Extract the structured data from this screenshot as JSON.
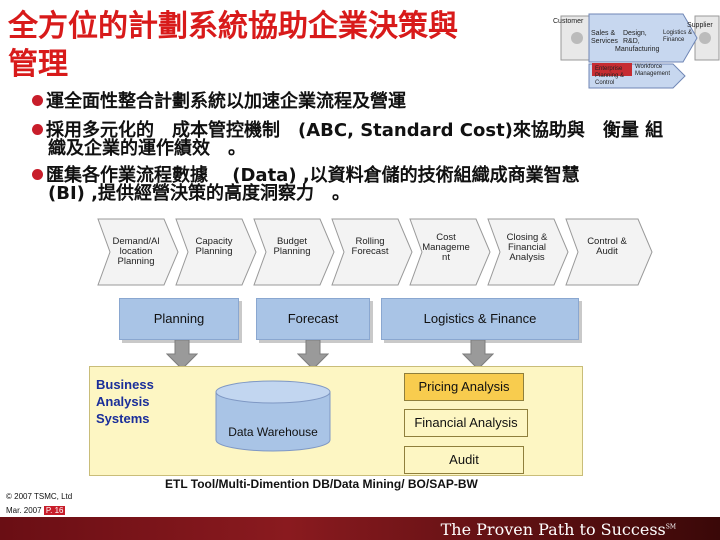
{
  "title": {
    "line1": "全方位的計劃系統協助企業決策與",
    "line2": "管理"
  },
  "bullets": [
    "運全面性整合計劃系統以加速企業流程及營運",
    "採用多元化的　成本管控機制　(ABC, Standard Cost)來協助與　衡量 組",
    "織及企業的運作績效　。",
    "匯集各作業流程數據　 (Data) ,以資料倉儲的技術組織成商業智慧",
    "(BI) ,提供經營決策的高度洞察力　。"
  ],
  "value_chain": {
    "customer": "Customer",
    "supplier": "Supplier",
    "sales": "Sales & Services",
    "design": "Design, R&D,",
    "manufacturing": "Manufacturing",
    "logistics": "Logistics & Finance",
    "enterprise": "Enterprise Planning & Control",
    "workforce": "Workforce Management"
  },
  "steps": [
    "Demand/Al location Planning",
    "Capacity Planning",
    "Budget Planning",
    "Rolling Forecast",
    "Cost Manageme nt",
    "Closing & Financial Analysis",
    "Control & Audit"
  ],
  "groups": {
    "planning": "Planning",
    "forecast": "Forecast",
    "logistics": "Logistics & Finance"
  },
  "systems": {
    "business": "Business Analysis Systems",
    "warehouse": "Data Warehouse",
    "pricing": "Pricing Analysis",
    "financial": "Financial Analysis",
    "audit": "Audit"
  },
  "etl": "ETL Tool/Multi-Dimention DB/Data Mining/ BO/SAP-BW",
  "footer": {
    "copyright": "© 2007 TSMC, Ltd",
    "date": "Mar. 2007",
    "page": "P. 16",
    "tagline": "The Proven Path to Success",
    "sm": "SM"
  },
  "colors": {
    "title": "#d81a1a",
    "bullet": "#c81d2a",
    "footer": "#6a0e14",
    "group_box": "#a9c4e6",
    "systems_bg": "#fdf6c3",
    "arrow": "#9a9a9a"
  }
}
